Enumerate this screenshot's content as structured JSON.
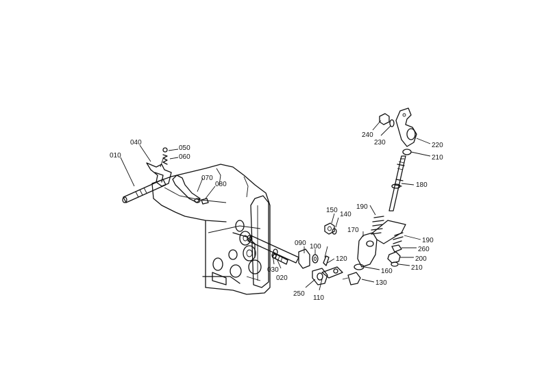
{
  "labels": {
    "p010": "010",
    "p020": "020",
    "p030": "030",
    "p040": "040",
    "p050": "050",
    "p060": "060",
    "p070": "070",
    "p080": "080",
    "p090": "090",
    "p100": "100",
    "p110": "110",
    "p120": "120",
    "p130": "130",
    "p140": "140",
    "p150": "150",
    "p160": "160",
    "p170": "170",
    "p180": "180",
    "p190a": "190",
    "p190b": "190",
    "p200": "200",
    "p210a": "210",
    "p210b": "210",
    "p220": "220",
    "p230": "230",
    "p240": "240",
    "p250": "250",
    "p260": "260"
  }
}
